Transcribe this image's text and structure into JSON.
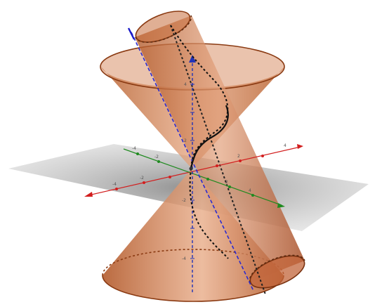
{
  "scene": {
    "colors": {
      "cone_fill": "#c9703f",
      "cone_edge": "#8a3a12",
      "cylinder_fill": "#c46a3a",
      "plane_fill": "#8c8c8c",
      "x_axis": "#d21e1e",
      "y_axis": "#1f8a1f",
      "z_axis": "#2233b8",
      "cylinder_axis": "#2a2ad0",
      "intersection_curve": "#000000",
      "background": "#ffffff"
    },
    "x_axis_ticks": [
      "-4",
      "-2",
      "2",
      "4"
    ],
    "y_axis_ticks": [
      "-4",
      "-2",
      "2",
      "4"
    ],
    "z_axis_ticks": [
      "4",
      "2",
      "-2",
      "-4"
    ]
  }
}
